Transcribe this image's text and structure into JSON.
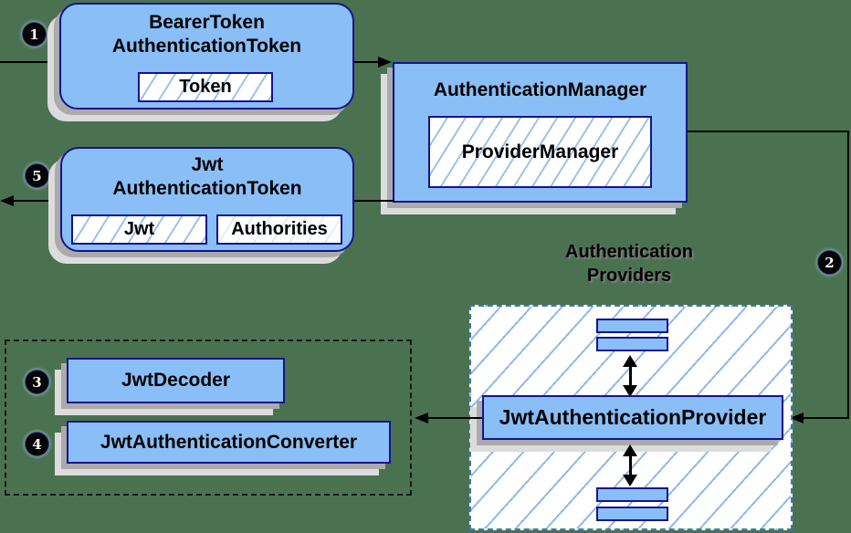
{
  "colors": {
    "background": "#4a7251",
    "box-fill": "#8abef6",
    "box-border": "#14148c",
    "hatch-line": "#9cc2ec",
    "shadow-dark": "#ababab",
    "shadow-light": "#dcdcdc",
    "dashed-blue": "#4274b8",
    "dashed-black": "#161616",
    "arrow": "#000000",
    "badge-fill": "#050505",
    "badge-text": "#ffffff"
  },
  "steps": {
    "s1": "1",
    "s2": "2",
    "s3": "3",
    "s4": "4",
    "s5": "5"
  },
  "nodes": {
    "bearer": {
      "title_line1": "BearerToken",
      "title_line2": "AuthenticationToken",
      "field_token": "Token"
    },
    "manager": {
      "title": "AuthenticationManager",
      "inner": "ProviderManager"
    },
    "jwt": {
      "title_line1": "Jwt",
      "title_line2": "AuthenticationToken",
      "field_jwt": "Jwt",
      "field_authorities": "Authorities"
    },
    "providers": {
      "label_line1": "Authentication",
      "label_line2": "Providers",
      "provider": "JwtAuthenticationProvider"
    },
    "resolvers": {
      "decoder": "JwtDecoder",
      "converter": "JwtAuthenticationConverter"
    }
  }
}
